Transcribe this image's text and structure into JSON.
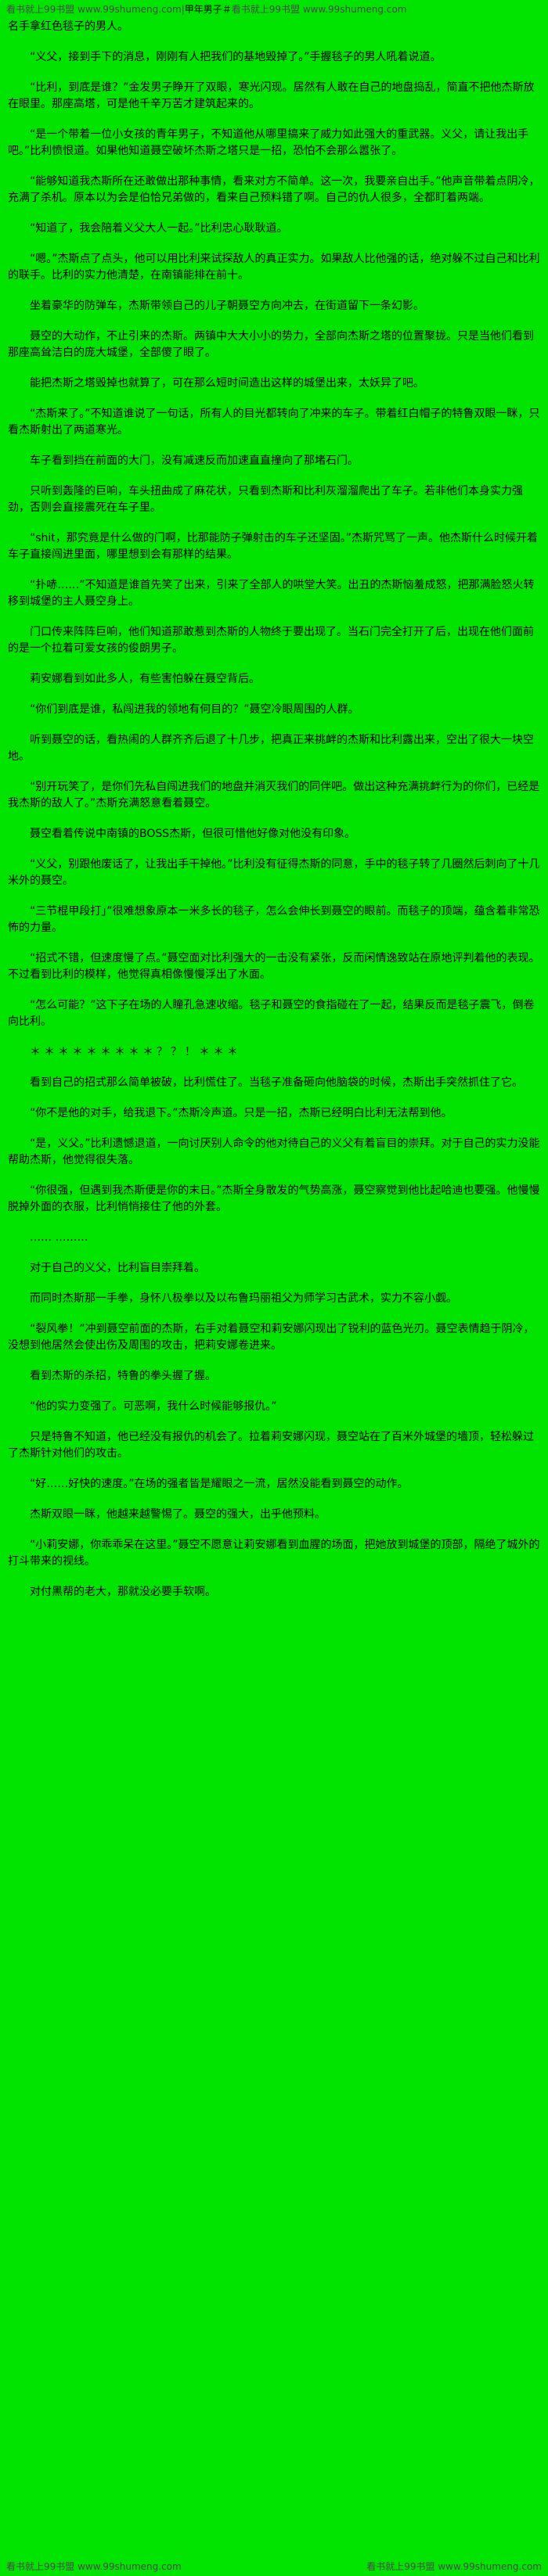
{
  "page": {
    "background_color": "#00e400",
    "text_color": "#000000",
    "watermark_color": "#4a4a4a"
  },
  "header": {
    "watermark_left": "看书就上99书盟 www.99shumeng.com",
    "separator": "|",
    "title_fragment": "甲年男子＃",
    "watermark_right": "看书就上99书盟 www.99shumeng.com"
  },
  "content": {
    "continuation": "名手拿红色毯子的男人。",
    "paragraphs": [
      "“义父，接到手下的消息，刚刚有人把我们的基地毁掉了。”手握毯子的男人吼着说道。",
      "“比利，到底是谁？”金发男子睁开了双眼，寒光闪现。居然有人敢在自己的地盘捣乱，简直不把他杰斯放在眼里。那座高塔，可是他千辛万苦才建筑起来的。",
      "“是一个带着一位小女孩的青年男子，不知道他从哪里搞来了威力如此强大的重武器。义父，请让我出手吧。”比利愤恨道。如果他知道聂空破坏杰斯之塔只是一招，恐怕不会那么嚣张了。",
      "“能够知道我杰斯所在还敢做出那种事情，看来对方不简单。这一次，我要亲自出手。”他声音带着点阴冷，充满了杀机。原本以为会是伯恰兄弟做的，看来自己预料错了啊。自己的仇人很多，全都盯着两端。",
      "“知道了，我会陪着义父大人一起。”比利忠心耿耿道。",
      "“嗯。”杰斯点了点头，他可以用比利来试探敌人的真正实力。如果敌人比他强的话，绝对躲不过自己和比利的联手。比利的实力他清楚，在南镇能排在前十。",
      "坐着豪华的防弹车，杰斯带领自己的儿子朝聂空方向冲去，在街道留下一条幻影。",
      "聂空的大动作，不止引来的杰斯。两镇中大大小小的势力，全部向杰斯之塔的位置聚拢。只是当他们看到那座高耸洁白的庞大城堡，全部傻了眼了。",
      "能把杰斯之塔毁掉也就算了，可在那么短时间造出这样的城堡出来，太妖异了吧。",
      "“杰斯来了。”不知道谁说了一句话，所有人的目光都转向了冲来的车子。带着红白帽子的特鲁双眼一眯，只看杰斯射出了两道寒光。",
      "车子看到挡在前面的大门，没有减速反而加速直直撞向了那堵石门。",
      "只听到轰隆的巨响，车头扭曲成了麻花状，只看到杰斯和比利灰溜溜爬出了车子。若非他们本身实力强劲，否则会直接震死在车子里。",
      "“shit，那究竟是什么做的门啊，比那能防子弹射击的车子还坚固。”杰斯咒骂了一声。他杰斯什么时候开着车子直接闯进里面，哪里想到会有那样的结果。",
      "“扑哧……”不知道是谁首先笑了出来，引来了全部人的哄堂大笑。出丑的杰斯恼羞成怒，把那满脸怒火转移到城堡的主人聂空身上。",
      "门口传来阵阵巨响，他们知道那敢惹到杰斯的人物终于要出现了。当石门完全打开了后，出现在他们面前的是一个拉着可爱女孩的俊朗男子。",
      "莉安娜看到如此多人，有些害怕躲在聂空背后。",
      "“你们到底是谁，私闯进我的领地有何目的？”聂空冷眼周围的人群。",
      "听到聂空的话，看热闹的人群齐齐后退了十几步，把真正来挑衅的杰斯和比利露出来，空出了很大一块空地。",
      "“别开玩笑了，是你们先私自闯进我们的地盘并消灭我们的同伴吧。做出这种充满挑衅行为的你们，已经是我杰斯的敌人了。”杰斯充满怒意看着聂空。",
      "聂空看着传说中南镇的BOSS杰斯，但很可惜他好像对他没有印象。",
      "“义父，别跟他废话了，让我出手干掉他。”比利没有征得杰斯的同意，手中的毯子转了几圈然后刺向了十几米外的聂空。",
      "“三节棍甲段打」”很难想象原本一米多长的毯子，怎么会伸长到聂空的眼前。而毯子的顶端，蕴含着非常恐怖的力量。",
      "“招式不错，但速度慢了点。”聂空面对比利强大的一击没有紧张，反而闲情逸致站在原地评判着他的表现。不过看到比利的模样，他觉得真相像慢慢浮出了水面。",
      "“怎么可能？”这下子在场的人瞳孔急速收缩。毯子和聂空的食指碰在了一起，结果反而是毯子震飞，倒卷向比利。",
      "＊＊＊＊＊＊＊＊＊？？！＊＊＊",
      "看到自己的招式那么简单被破，比利慌住了。当毯子准备砸向他脑袋的时候，杰斯出手突然抓住了它。",
      "“你不是他的对手，给我退下。”杰斯冷声道。只是一招，杰斯已经明白比利无法帮到他。",
      "“是，义父。”比利遗憾退道，一向讨厌别人命令的他对待自己的义父有着盲目的崇拜。对于自己的实力没能帮助杰斯，他觉得很失落。",
      "“你很强，但遇到我杰斯便是你的末日。”杰斯全身散发的气势高涨，聂空察觉到他比起哈迪也要强。他慢慢脱掉外面的衣服，比利悄悄接住了他的外套。",
      "…… ………",
      "对于自己的义父，比利盲目崇拜着。",
      "而同时杰斯那一手拳，身怀八极拳以及以布鲁玛丽祖父为师学习古武术，实力不容小觑。",
      "“裂风拳！”冲到聂空前面的杰斯，右手对着聂空和莉安娜闪现出了锐利的蓝色光刃。聂空表情趋于阴冷，没想到他居然会使出伤及周围的攻击，把莉安娜卷进来。",
      "看到杰斯的杀招，特鲁的拳头握了握。",
      "“他的实力变强了。可恶啊，我什么时候能够报仇。”",
      "只是特鲁不知道，他已经没有报仇的机会了。拉着莉安娜闪现，聂空站在了百米外城堡的墙顶，轻松躲过了杰斯针对他们的攻击。",
      "“好……好快的速度。”在场的强者皆是耀眼之一流，居然没能看到聂空的动作。",
      "杰斯双眼一眯，他越来越警惕了。聂空的强大，出乎他预料。",
      "“小莉安娜，你乖乖呆在这里。”聂空不愿意让莉安娜看到血腥的场面，把她放到城堡的顶部，隔绝了城外的打斗带来的视线。",
      "对付黑帮的老大，那就没必要手软啊。"
    ]
  },
  "footer": {
    "watermark_left": "看书就上99书盟 www.99shumeng.com",
    "watermark_right": "看书就上99书盟 www.99shumeng.com"
  }
}
